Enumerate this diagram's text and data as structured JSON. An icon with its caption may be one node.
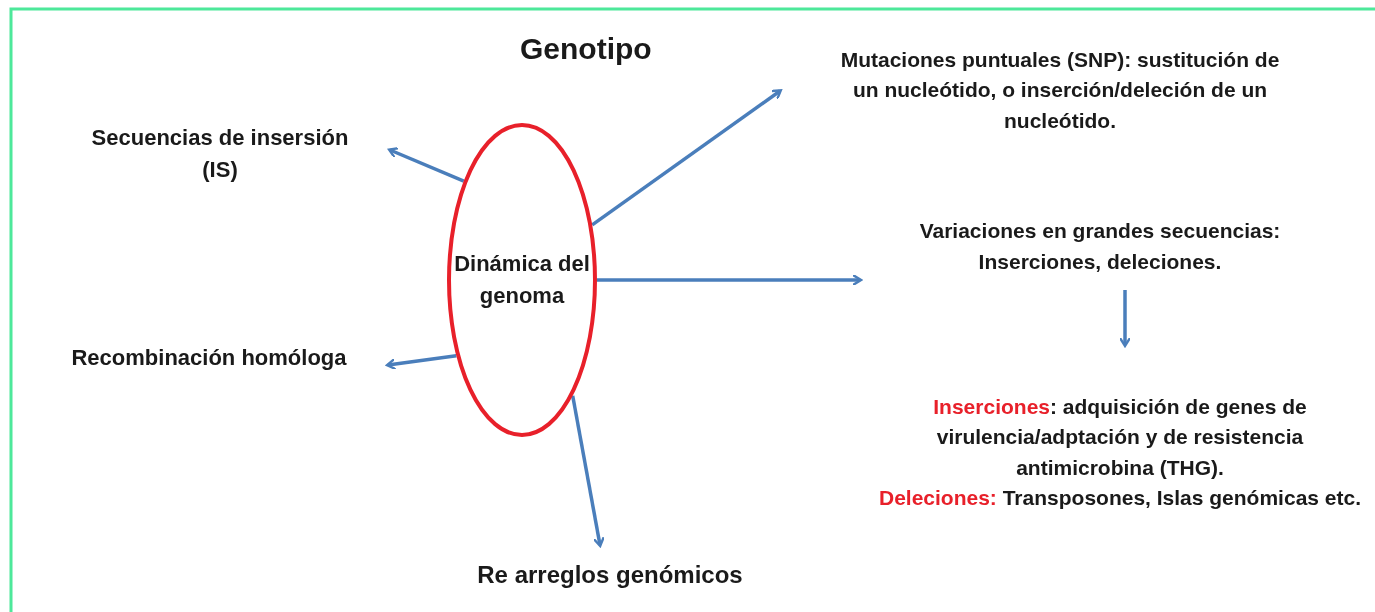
{
  "diagram": {
    "nodes": [
      {
        "text": [
          "Dinámica del genoma"
        ]
      },
      {
        "text": [
          "Secuencias de insersión (IS)"
        ]
      },
      {
        "text": [
          "Mutaciones puntuales (SNP): sustitución de un nucleótido, o inserción/deleción de un nucleótido."
        ]
      },
      {
        "text": [
          "Variaciones en grandes secuencias: Inserciones, deleciones."
        ]
      },
      {
        "text": [
          "Recombinación homóloga"
        ]
      },
      {
        "text": [
          "*Inserciones*: adquisición de genes de virulencia/adptación y de resistencia antimicrobina (THG).",
          "*Deleciones:* Transposones, Islas genómicas etc."
        ]
      },
      {
        "text": [
          "Re arreglos genómicos"
        ]
      }
    ],
    "edges": [
      {
        "from": 0,
        "to": 1,
        "arrow": "to"
      },
      {
        "from": 0,
        "to": 2,
        "arrow": "to"
      },
      {
        "from": 0,
        "to": 3,
        "arrow": "to"
      },
      {
        "from": 0,
        "to": 4,
        "arrow": "to"
      },
      {
        "from": 0,
        "to": 6,
        "arrow": "to"
      },
      {
        "from": 3,
        "to": 5,
        "arrow": "to"
      }
    ],
    "labels": [
      "Genotipo"
    ]
  }
}
